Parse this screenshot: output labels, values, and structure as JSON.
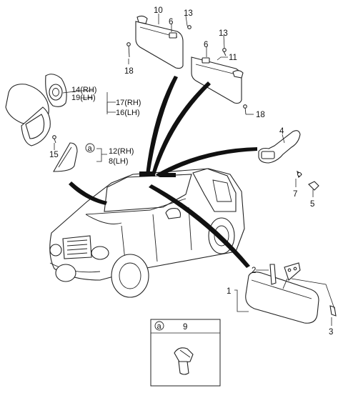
{
  "callouts": {
    "c1": "1",
    "c2": "2",
    "c3": "3",
    "c4": "4",
    "c5": "5",
    "c6a": "6",
    "c6b": "6",
    "c7": "7",
    "c8": "8(LH)",
    "c9": "9",
    "c10": "10",
    "c11": "11",
    "c12": "12(RH)",
    "c13a": "13",
    "c13b": "13",
    "c14": "14(RH)",
    "c15": "15",
    "c16": "16(LH)",
    "c17": "17(RH)",
    "c18a": "18",
    "c18b": "18",
    "c19": "19(LH)"
  },
  "ref_marker": "a",
  "inset": {
    "marker": "a",
    "part_no": "9"
  }
}
